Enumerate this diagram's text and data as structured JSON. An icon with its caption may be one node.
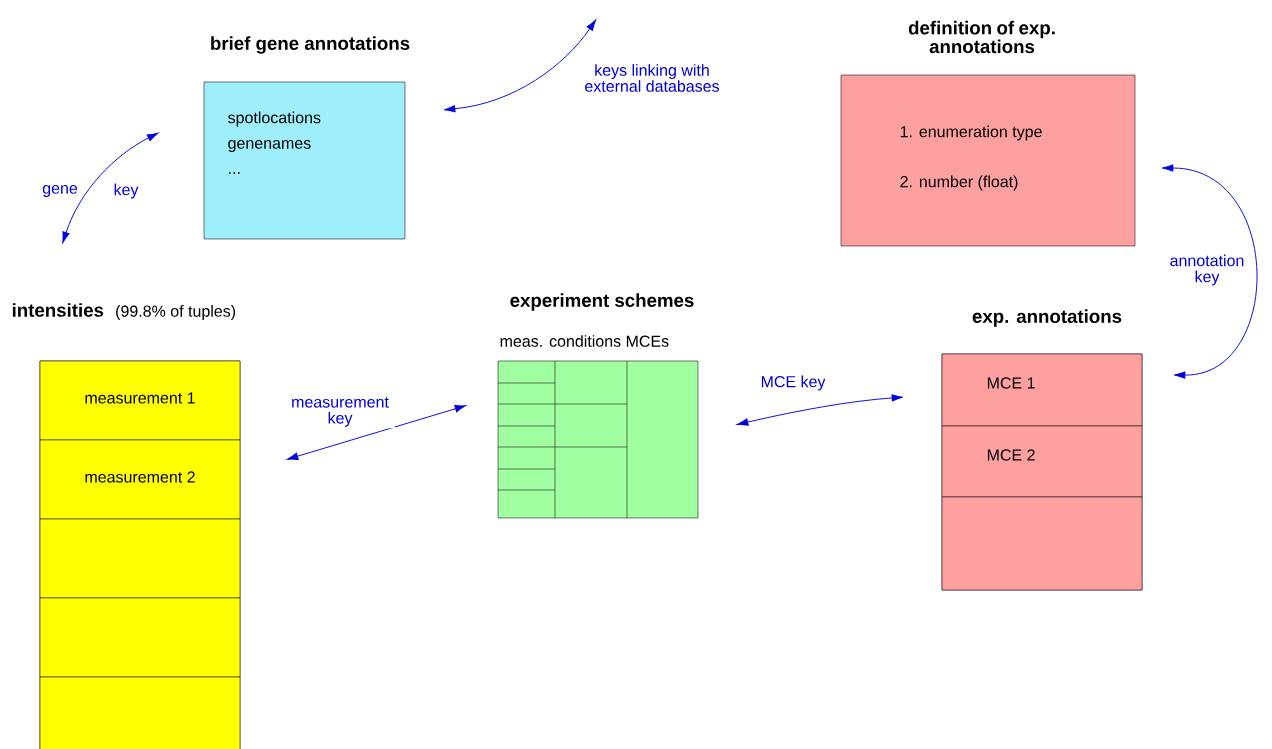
{
  "diagram": {
    "nodes": [
      {
        "text": [
          "brief gene annotations",
          "spotlocations",
          "genenames",
          "..."
        ]
      },
      {
        "text": [
          "definition of exp. annotations",
          "1. enumeration type",
          "2. number (float)"
        ]
      },
      {
        "text": [
          "intensities"
        ],
        "beside": [
          "(99.8% of tuples)"
        ]
      },
      {
        "text": [
          "measurement 1"
        ],
        "in": 2
      },
      {
        "text": [
          "measurement 2"
        ],
        "in": 2
      },
      {
        "text": [],
        "shape": "box",
        "in": 2
      },
      {
        "text": [],
        "shape": "box",
        "in": 2
      },
      {
        "text": [],
        "shape": "box",
        "in": 2
      },
      {
        "text": [
          "experiment schemes",
          "meas. conditions MCEs"
        ]
      },
      {
        "text": [
          "exp. annotations"
        ]
      },
      {
        "text": [
          "MCE 1"
        ],
        "in": 9
      },
      {
        "text": [
          "MCE 2"
        ],
        "in": 9
      },
      {
        "text": [],
        "shape": "box",
        "in": 9
      }
    ],
    "edges": [
      {
        "from": 2,
        "to": 0,
        "arrow": "both"
      },
      {
        "from": 0,
        "to": null,
        "arrow": "both",
        "label": "keys linking with external databases"
      },
      {
        "from": 2,
        "to": 8,
        "arrow": "both",
        "label": "measurement key"
      },
      {
        "from": 8,
        "to": 9,
        "arrow": "both",
        "label": "MCE key"
      },
      {
        "from": 1,
        "to": 9,
        "arrow": "both",
        "label": "annotation key"
      }
    ],
    "labels": [
      "gene",
      "key"
    ]
  }
}
